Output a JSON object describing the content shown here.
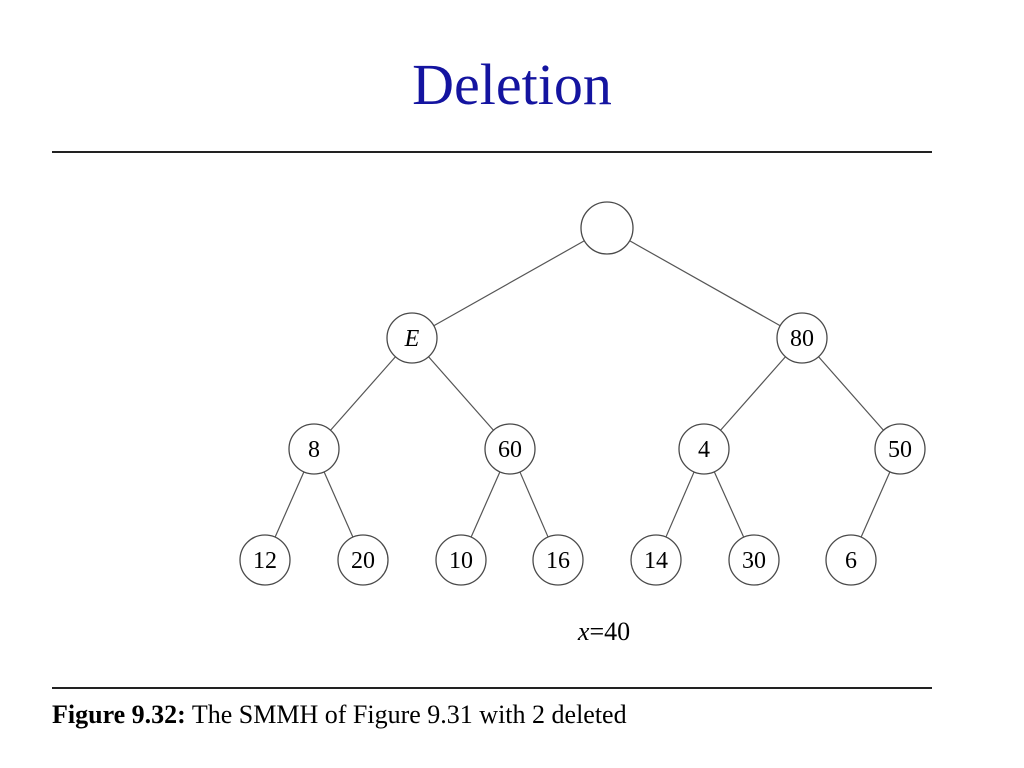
{
  "title": "Deletion",
  "tree": {
    "nodes": [
      {
        "id": "root",
        "label": ""
      },
      {
        "id": "n1",
        "label": "E",
        "italic": true
      },
      {
        "id": "n2",
        "label": "80"
      },
      {
        "id": "n3",
        "label": "8"
      },
      {
        "id": "n4",
        "label": "60"
      },
      {
        "id": "n5",
        "label": "4"
      },
      {
        "id": "n6",
        "label": "50"
      },
      {
        "id": "n7",
        "label": "12"
      },
      {
        "id": "n8",
        "label": "20"
      },
      {
        "id": "n9",
        "label": "10"
      },
      {
        "id": "n10",
        "label": "16"
      },
      {
        "id": "n11",
        "label": "14"
      },
      {
        "id": "n12",
        "label": "30"
      },
      {
        "id": "n13",
        "label": "6"
      }
    ],
    "edges": [
      [
        "root",
        "n1"
      ],
      [
        "root",
        "n2"
      ],
      [
        "n1",
        "n3"
      ],
      [
        "n1",
        "n4"
      ],
      [
        "n2",
        "n5"
      ],
      [
        "n2",
        "n6"
      ],
      [
        "n3",
        "n7"
      ],
      [
        "n3",
        "n8"
      ],
      [
        "n4",
        "n9"
      ],
      [
        "n4",
        "n10"
      ],
      [
        "n5",
        "n11"
      ],
      [
        "n5",
        "n12"
      ],
      [
        "n6",
        "n13"
      ]
    ]
  },
  "variable": {
    "name": "x",
    "equals": "=40"
  },
  "caption": {
    "figure_label": "Figure 9.32:",
    "text": " The SMMH of Figure 9.31 with 2 deleted"
  }
}
